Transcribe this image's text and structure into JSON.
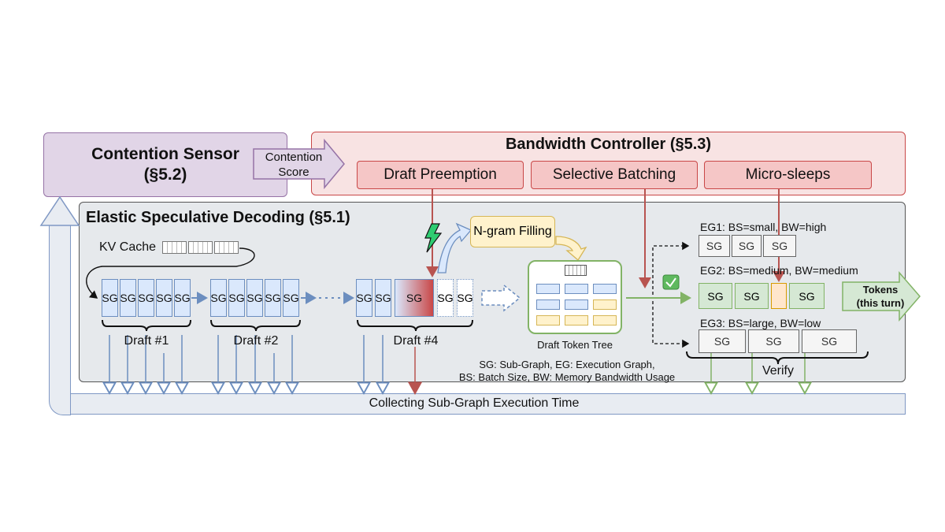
{
  "sensor": {
    "title": "Contention Sensor",
    "section": "(§5.2)"
  },
  "score_arrow": {
    "line1": "Contention",
    "line2": "Score"
  },
  "controller": {
    "title": "Bandwidth Controller (§5.3)",
    "items": [
      "Draft Preemption",
      "Selective Batching",
      "Micro-sleeps"
    ]
  },
  "esd": {
    "title": "Elastic Speculative Decoding (§5.1)"
  },
  "kv_cache_label": "KV Cache",
  "sg_label": "SG",
  "drafts": [
    "Draft #1",
    "Draft #2",
    "Draft #4"
  ],
  "ngram_label": "N-gram Filling",
  "tree_label": "Draft Token Tree",
  "eg": {
    "eg1": "EG1: BS=small, BW=high",
    "eg2": "EG2: BS=medium, BW=medium",
    "eg3": "EG3: BS=large, BW=low"
  },
  "verify_label": "Verify",
  "tokens": {
    "line1": "Tokens",
    "line2": "(this turn)"
  },
  "legend": {
    "line1": "SG: Sub-Graph, EG: Execution Graph,",
    "line2": "BS: Batch Size, BW: Memory Bandwidth Usage"
  },
  "collect_label": "Collecting Sub-Graph Execution Time",
  "colors": {
    "sensor_fill": "#e1d5e7",
    "controller_fill": "#f8e3e3",
    "controller_accent": "#b85450",
    "sg_fill": "#dae8fc",
    "eg_green": "#d5e8d4",
    "ngram_fill": "#fff2cc"
  }
}
